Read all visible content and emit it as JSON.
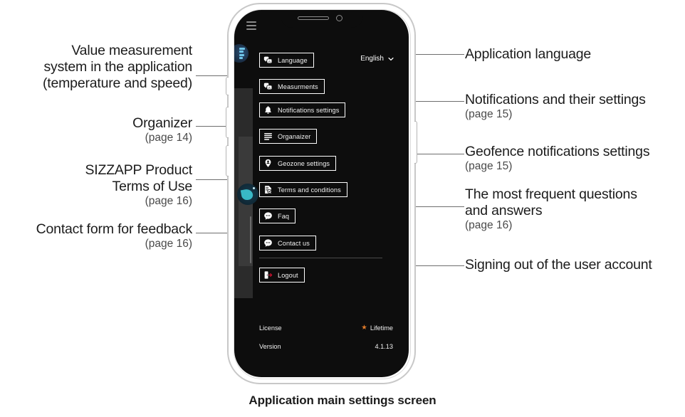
{
  "caption": "Application main settings screen",
  "phone": {
    "hamburger_icon": "hamburger-menu-icon",
    "language_value": "English",
    "menu_items": [
      {
        "label": "Language",
        "icon": "language-translate-icon"
      },
      {
        "label": "Measurments",
        "icon": "language-translate-icon"
      },
      {
        "label": "Notifications settings",
        "icon": "bell-icon"
      },
      {
        "label": "Organaizer",
        "icon": "list-lines-icon"
      },
      {
        "label": "Geozone settings",
        "icon": "map-pin-person-icon"
      },
      {
        "label": "Terms and conditions",
        "icon": "document-check-icon"
      },
      {
        "label": "Faq",
        "icon": "chat-bubble-icon"
      },
      {
        "label": "Contact us",
        "icon": "chat-bubble-icon"
      },
      {
        "label": "Logout",
        "icon": "logout-door-arrow-icon"
      }
    ],
    "footer": {
      "license_label": "License",
      "license_value": "Lifetime",
      "license_icon": "star-icon",
      "version_label": "Version",
      "version_value": "4.1.13"
    }
  },
  "annotations": {
    "left": [
      {
        "title": "Value measurement\nsystem in the application\n(temperature and speed)",
        "page": ""
      },
      {
        "title": "Organizer",
        "page": "(page 14)"
      },
      {
        "title": "SIZZAPP Product\nTerms of Use",
        "page": "(page 16)"
      },
      {
        "title": "Contact form for feedback",
        "page": "(page 16)"
      }
    ],
    "right": [
      {
        "title": "Application language",
        "page": ""
      },
      {
        "title": "Notifications and their settings",
        "page": "(page 15)"
      },
      {
        "title": "Geofence notifications settings",
        "page": "(page 15)"
      },
      {
        "title": "The most frequent questions\nand answers",
        "page": "(page 16)"
      },
      {
        "title": "Signing out of the user account",
        "page": ""
      }
    ]
  },
  "colors": {
    "screen_bg": "#0d0d0d",
    "text": "#1c1c1c",
    "accent_star": "#e07b2a",
    "orb_blue": "#3fd0dd",
    "logout_red": "#c8102e"
  }
}
